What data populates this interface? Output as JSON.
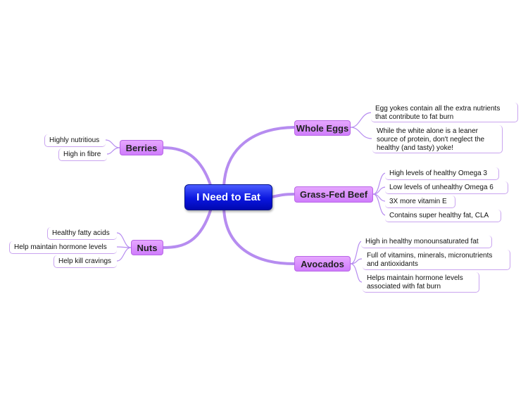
{
  "central": "I Need to Eat",
  "branches": {
    "whole_eggs": {
      "label": "Whole Eggs",
      "items": [
        "Egg yokes contain all the extra nutrients\nthat contribute to fat burn",
        "While the white alone is a leaner\nsource of protein, don't neglect the\nhealthy (and tasty) yoke!"
      ]
    },
    "grass_fed_beef": {
      "label": "Grass-Fed Beef",
      "items": [
        "High levels of healthy Omega 3",
        "Low levels of  unhealthy Omega 6",
        "3X more vitamin E",
        "Contains super healthy fat, CLA"
      ]
    },
    "avocados": {
      "label": "Avocados",
      "items": [
        "High in healthy monounsaturated fat",
        "Full of vitamins, minerals, micronutrients\nand antioxidants",
        "Helps maintain hormone levels\nassociated with fat burn"
      ]
    },
    "berries": {
      "label": "Berries",
      "items": [
        "Highly nutritious",
        "High in fibre"
      ]
    },
    "nuts": {
      "label": "Nuts",
      "items": [
        "Healthy fatty acids",
        "Help maintain hormone levels",
        "Help kill cravings"
      ]
    }
  },
  "colors": {
    "central_fill": "#0a16e0",
    "branch_fill": "#d98cff",
    "connector": "#b68cf0"
  }
}
